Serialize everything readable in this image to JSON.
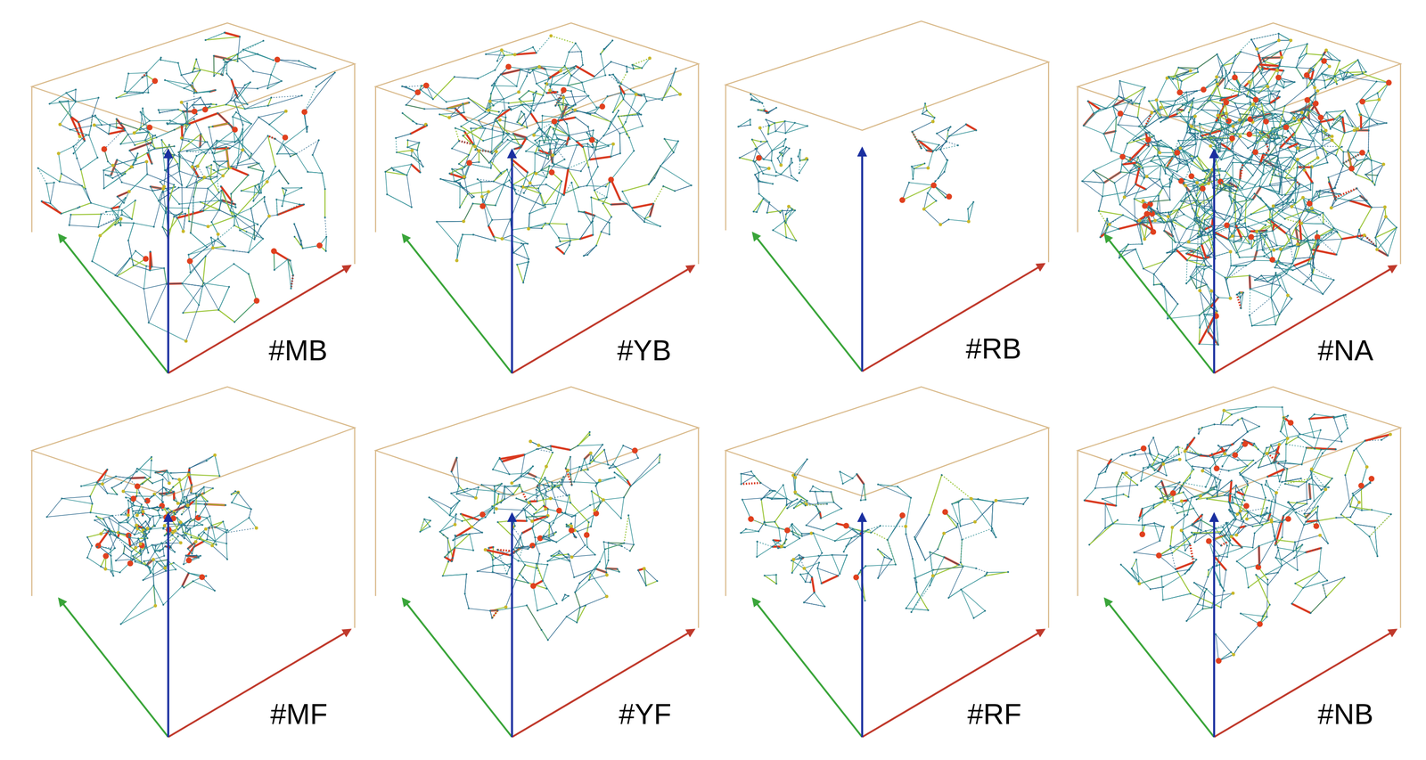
{
  "diagram": {
    "labels": [
      "#MB",
      "#YB",
      "#RB",
      "#NA",
      "#MF",
      "#YF",
      "#RF",
      "#NB"
    ]
  }
}
